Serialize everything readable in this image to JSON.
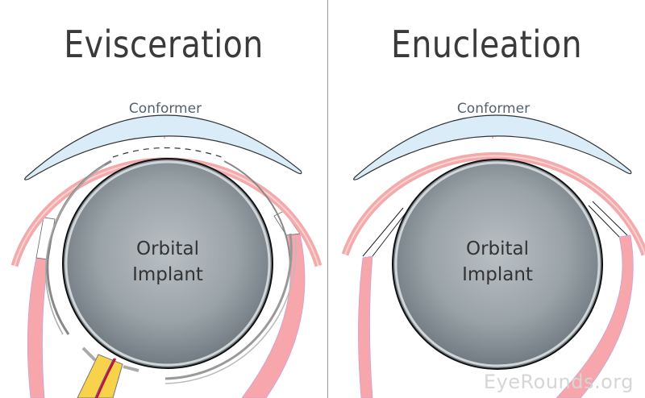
{
  "panels": [
    {
      "title": "Evisceration",
      "conformer_label": "Conformer",
      "implant_label_line1": "Orbital",
      "implant_label_line2": "Implant"
    },
    {
      "title": "Enucleation",
      "conformer_label": "Conformer",
      "implant_label_line1": "Orbital",
      "implant_label_line2": "Implant"
    }
  ],
  "watermark": "EyeRounds.org",
  "colors": {
    "conformer_fill": "#d9ecf7",
    "conjunctiva_pink": "#f4a9aa",
    "muscle_pink": "#f7a6ab",
    "implant_gray": "#8e979d",
    "optic_nerve_yellow": "#f7d24a",
    "outline": "#222222"
  }
}
